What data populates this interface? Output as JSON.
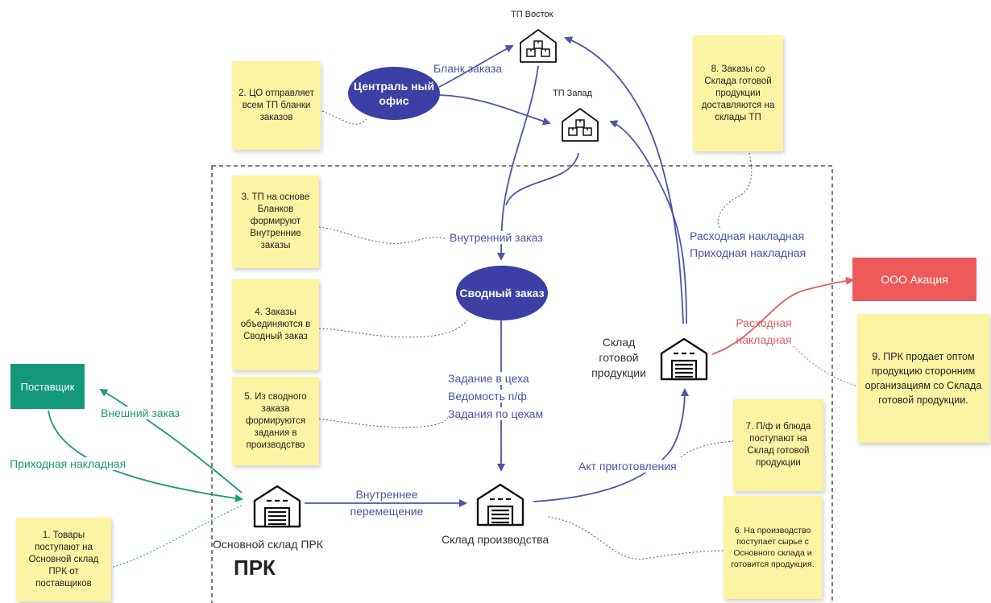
{
  "nodes": {
    "central_office": "Централь ный офис",
    "consolidated_order": "Сводный заказ",
    "tp_east": "ТП Восток",
    "tp_west": "ТП Запад",
    "supplier": "Поставщик",
    "akacia": "ООО Акация",
    "main_warehouse": "Основной склад ПРК",
    "production_warehouse": "Склад производства",
    "finished_goods_warehouse": "Склад готовой продукции",
    "region_title": "ПРК"
  },
  "edges": {
    "order_form": "Бланк заказа",
    "internal_order": "Внутренний заказ",
    "expense_invoice_1": "Расходная накладная",
    "receipt_invoice_1": "Приходная накладная",
    "workshop_task": "Задание в цеха",
    "semifinished_sheet": "Ведомость п/ф",
    "tasks_by_workshop": "Задания по цехам",
    "external_order": "Внешний заказ",
    "receipt_invoice_2": "Приходная накладная",
    "internal_movement": "Внутреннее перемещение",
    "cooking_act": "Акт приготовления",
    "expense_invoice_2": "Расходная накладная"
  },
  "notes": {
    "n1": "1. Товары поступают на Основной склад ПРК от поставщиков",
    "n2": "2. ЦО отправляет всем ТП бланки заказов",
    "n3": "3. ТП на основе Бланков формируют Внутренние заказы",
    "n4": "4. Заказы объединяются в Сводный заказ",
    "n5": "5. Из сводного заказа формируются задания в производство",
    "n6": "6. На производство поступает сырье с Основного склада и готовится продукция.",
    "n7": "7. П/ф и блюда поступают на Склад готовой продукции",
    "n8": "8. Заказы со Склада готовой продукции доставляются на склады ТП",
    "n9": "9. ПРК продает оптом продукцию сторонним организациям со Склада готовой продукции."
  },
  "icons": [
    "warehouse-icon",
    "store-icon"
  ],
  "colors": {
    "blue_flow": "#4a54a8",
    "green_flow": "#1a9a78",
    "red_flow": "#e25c5c",
    "oval_fill": "#3c3fa3",
    "supplier_fill": "#13987a",
    "akacia_fill": "#ee5a5a",
    "sticky_fill": "#fbf4a2"
  }
}
